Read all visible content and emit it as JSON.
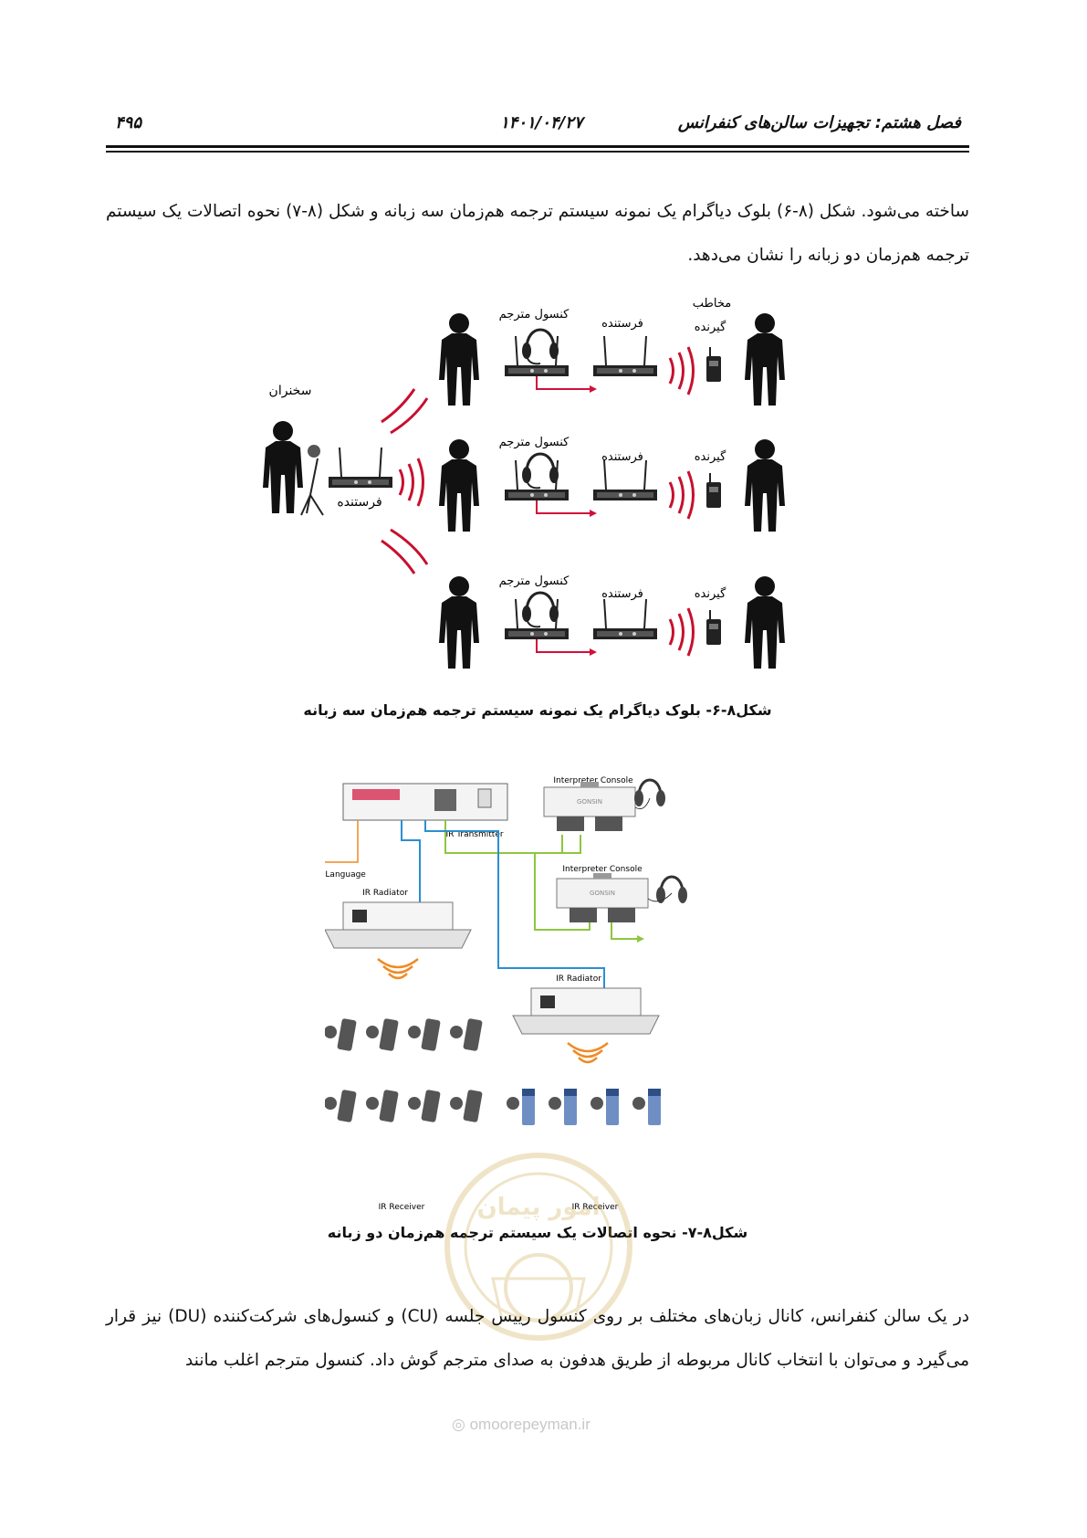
{
  "header": {
    "chapter_title": "فصل هشتم: تجهیزات سالن‌های کنفرانس",
    "date": "۱۴۰۱/۰۴/۲۷",
    "page_number": "۴۹۵"
  },
  "paragraph_top": "ساخته می‌شود. شکل (۸-۶) بلوک دیاگرام یک نمونه سیستم ترجمه هم‌زمان سه زبانه و شکل (۸-۷) نحوه اتصالات یک سیستم ترجمه هم‌زمان دو زبانه را نشان می‌دهد.",
  "figure1": {
    "caption": "شکل۸-۶-  بلوک دیاگرام یک نمونه سیستم ترجمه هم‌زمان سه زبانه",
    "labels": {
      "speaker": "سخنران",
      "speaker_transmitter": "فرستنده",
      "audience": "مخاطب",
      "interpreter_console": "کنسول مترجم",
      "transmitter": "فرستنده",
      "receiver": "گیرنده"
    }
  },
  "figure2": {
    "caption": "شکل۸-۷-  نحوه اتصالات یک سیستم ترجمه هم‌زمان دو زبانه",
    "labels": {
      "interpreter_console": "Interpreter Console",
      "console_brand": "GONSIN",
      "ir_transmitter": "IR Transmitter",
      "floor_language": "Floor Language",
      "ir_radiator": "IR Radiator",
      "ir_receiver": "IR Receiver"
    }
  },
  "paragraph_bottom": "در یک سالن کنفرانس، کانال زبان‌های مختلف بر روی کنسول رییس جلسه (CU) و کنسول‌های شرکت‌کننده (DU) نیز قرار می‌گیرد و می‌توان با انتخاب کانال مربوطه از طریق هدفون به صدای مترجم گوش داد. کنسول مترجم اغلب مانند",
  "watermark": {
    "url": "omoorepeyman.ir",
    "logo_text": "امور پیمان"
  },
  "colors": {
    "wave_red": "#c8102e",
    "line_red": "#d0103a",
    "line_green": "#8dc63f",
    "line_blue": "#2a8fd0",
    "line_orange": "#f08a24",
    "receiver_blue": "#6f8fc4"
  }
}
